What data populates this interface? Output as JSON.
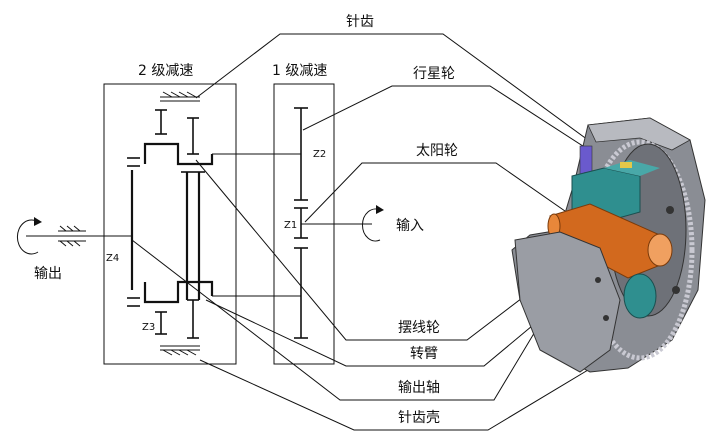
{
  "labels": {
    "pin_gear": "针齿",
    "planet_gear": "行星轮",
    "sun_gear": "太阳轮",
    "cycloid_gear": "摆线轮",
    "crank_arm": "转臂",
    "output_shaft": "输出轴",
    "pin_gear_housing": "针齿壳",
    "stage2": "2 级减速",
    "stage1": "1 级减速",
    "input": "输入",
    "output": "输出",
    "z1": "Z1",
    "z2": "Z2",
    "z3": "Z3",
    "z4": "Z4"
  },
  "colors": {
    "line": "#111111",
    "housing_gray": "#7c7f86",
    "housing_light": "#b8bac0",
    "cycloid_teal": "#2f8f8f",
    "shaft_orange": "#d2691e",
    "bearing": "#c9c9d2",
    "pin_purple": "#6a5acd"
  }
}
